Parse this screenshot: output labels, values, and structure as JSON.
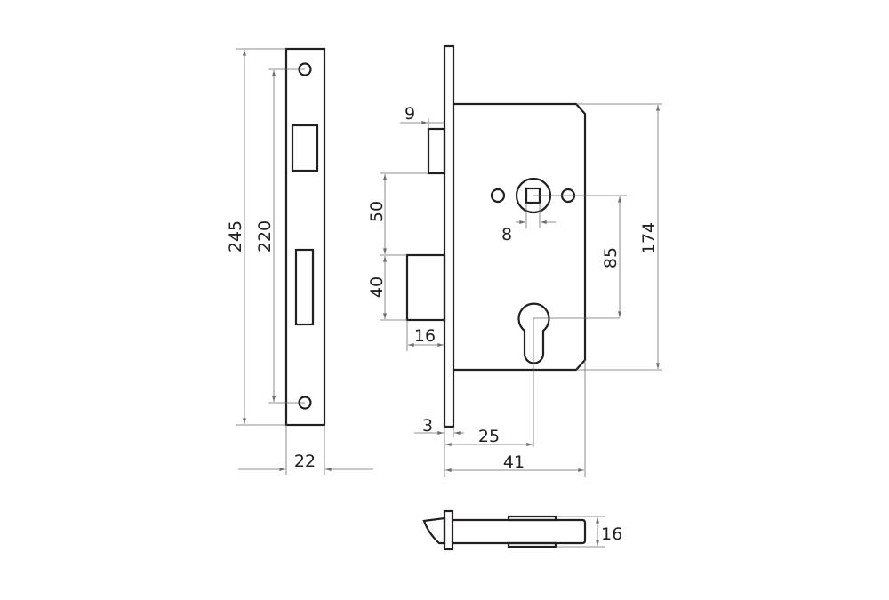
{
  "colors": {
    "outline": "#231f20",
    "dimension": "#6d6e71",
    "background": "#ffffff"
  },
  "dimensions": {
    "faceplate_height": "245",
    "screw_spacing": "220",
    "faceplate_width": "22",
    "latch_offset": "9",
    "latch_to_bolt": "50",
    "bolt_height": "40",
    "bolt_throw": "16",
    "spindle_square": "8",
    "centre_distance": "85",
    "case_height": "174",
    "forend_thickness": "3",
    "backset": "25",
    "case_depth": "41",
    "bolt_thickness": "16"
  }
}
